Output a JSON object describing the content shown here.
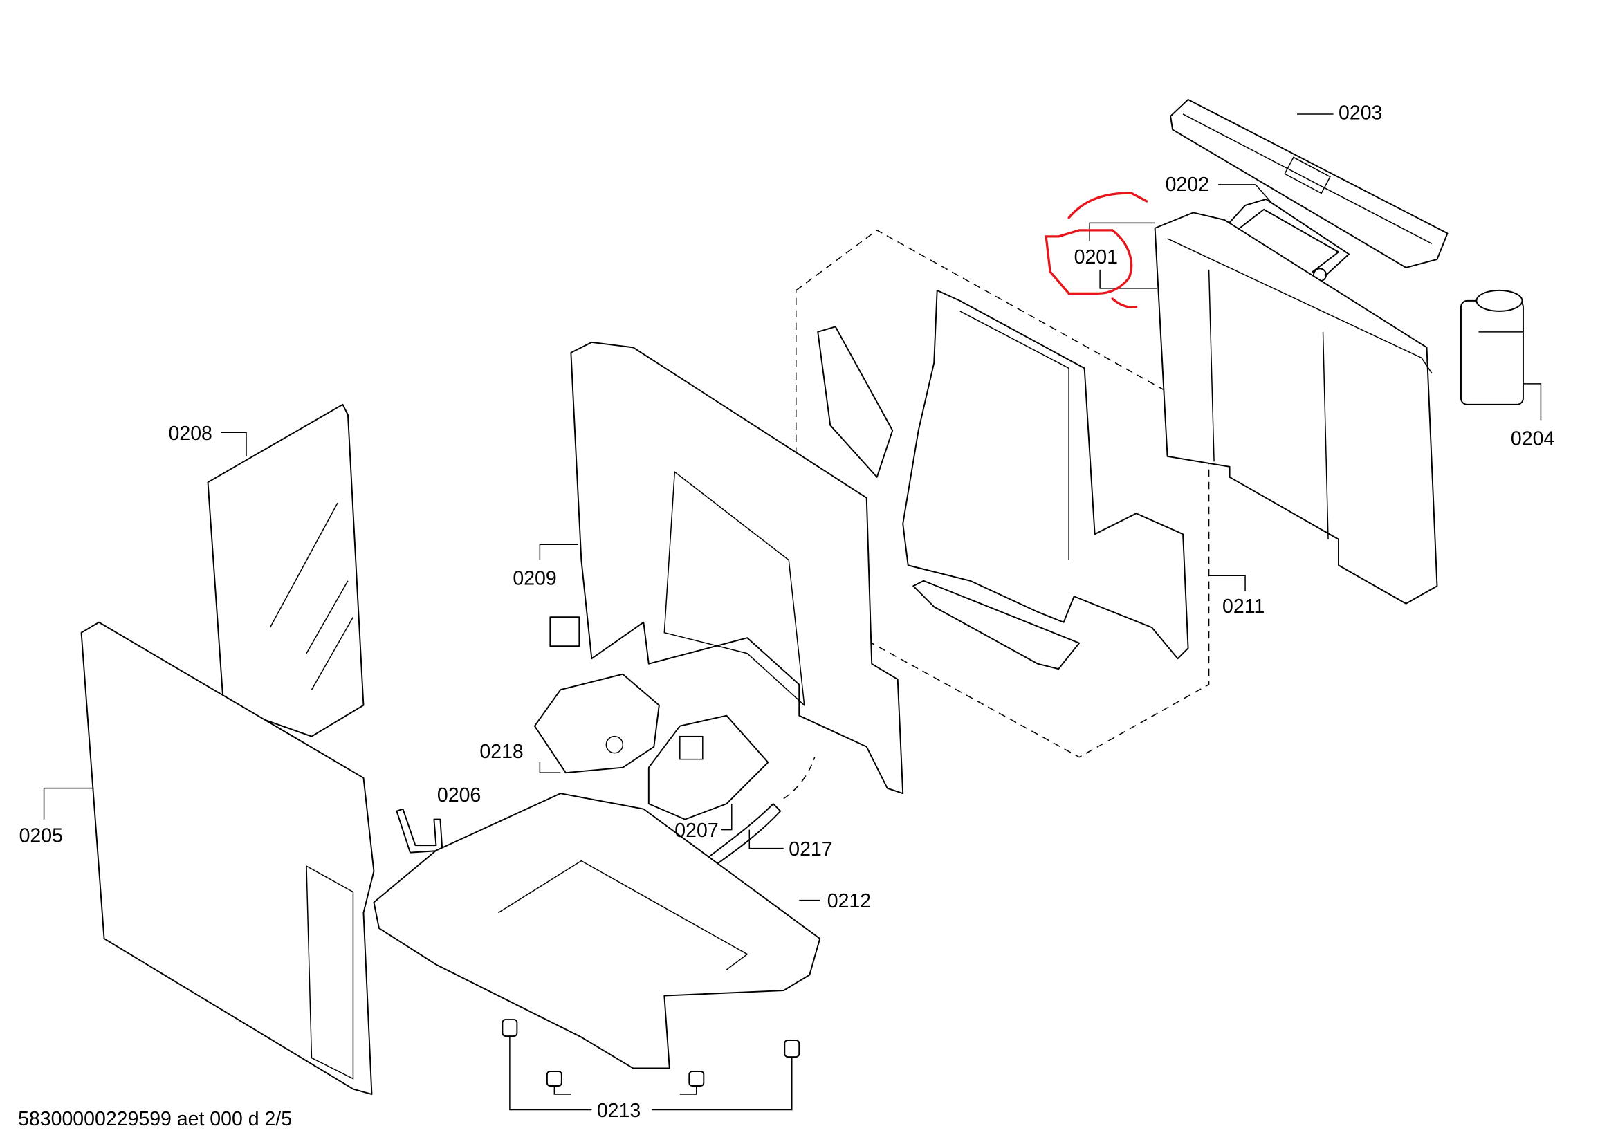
{
  "diagram": {
    "type": "exploded-parts-diagram",
    "footer_code": "58300000229599 aet 000 d 2/5",
    "highlight_color": "#e8151b",
    "highlighted_part": "0201",
    "parts": {
      "p0201": "0201",
      "p0202": "0202",
      "p0203": "0203",
      "p0204": "0204",
      "p0205": "0205",
      "p0206": "0206",
      "p0207": "0207",
      "p0208": "0208",
      "p0209": "0209",
      "p0211": "0211",
      "p0212": "0212",
      "p0213": "0213",
      "p0217": "0217",
      "p0218": "0218"
    }
  }
}
